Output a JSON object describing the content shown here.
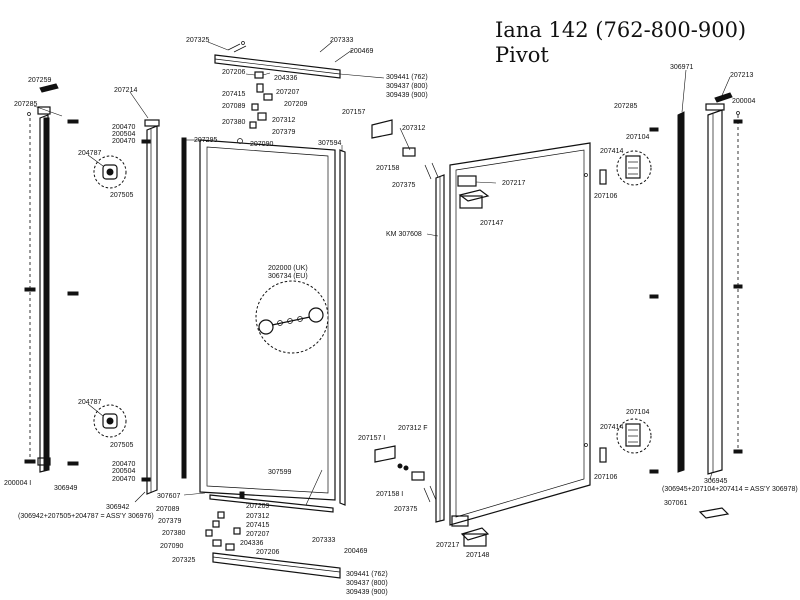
{
  "title": {
    "line1": "Iana 142 (762-800-900)",
    "line2": "Pivot"
  },
  "labels": {
    "l207325a": "207325",
    "l207333a": "207333",
    "l200469a": "200469",
    "l309441a": "309441 (762)",
    "l309437a": "309437 (800)",
    "l309439a": "309439 (900)",
    "l207259": "207259",
    "l207285a": "207285",
    "l207214": "207214",
    "l200470a": "200470",
    "l200504a": "200504",
    "l200470b": "200470",
    "l204787a": "204787",
    "l207505a": "207505",
    "l207206a": "207206",
    "l204336a": "204336",
    "l207415a": "207415",
    "l207207a": "207207",
    "l207089a": "207089",
    "l207209a": "207209",
    "l207380a": "207380",
    "l207312a": "207312",
    "l207379a": "207379",
    "l207295": "207295",
    "l207090a": "207090",
    "l307594": "307594",
    "l207157a": "207157",
    "l207312b": "207312",
    "l207158a": "207158",
    "l207375a": "207375",
    "l207217a": "207217",
    "l207147": "207147",
    "lKM307608": "KM 307608",
    "l306971": "306971",
    "l207213": "207213",
    "l200004a": "200004",
    "l207285b": "207285",
    "l207104a": "207104",
    "l207414a": "207414",
    "l207106a": "207106",
    "l202000": "202000 (UK)",
    "l306734": "306734 (EU)",
    "l204787b": "204787",
    "l207505b": "207505",
    "l200470c": "200470",
    "l200504b": "200504",
    "l200470d": "200470",
    "l200004b": "200004 I",
    "l306949": "306949",
    "l306942": "306942",
    "lassy1": "(306942+207505+204787 = ASS'Y 306976)",
    "l307607": "307607",
    "l307599": "307599",
    "l207209b": "207209",
    "l207089b": "207089",
    "l207312c": "207312",
    "l207379b": "207379",
    "l207415b": "207415",
    "l207380b": "207380",
    "l207207b": "207207",
    "l207090b": "207090",
    "l204336b": "204336",
    "l207206b": "207206",
    "l207325b": "207325",
    "l207333b": "207333",
    "l200469b": "200469",
    "l309441b": "309441 (762)",
    "l309437b": "309437 (800)",
    "l309439b": "309439 (900)",
    "l207157b": "207157 I",
    "l207312d": "207312 F",
    "l207158b": "207158 I",
    "l207375b": "207375",
    "l207217b": "207217",
    "l207148": "207148",
    "l207104b": "207104",
    "l207414b": "207414",
    "l207106b": "207106",
    "l306945": "306945",
    "lassy2": "(306945+207104+207414 = ASS'Y 306978)",
    "l307061": "307061"
  }
}
